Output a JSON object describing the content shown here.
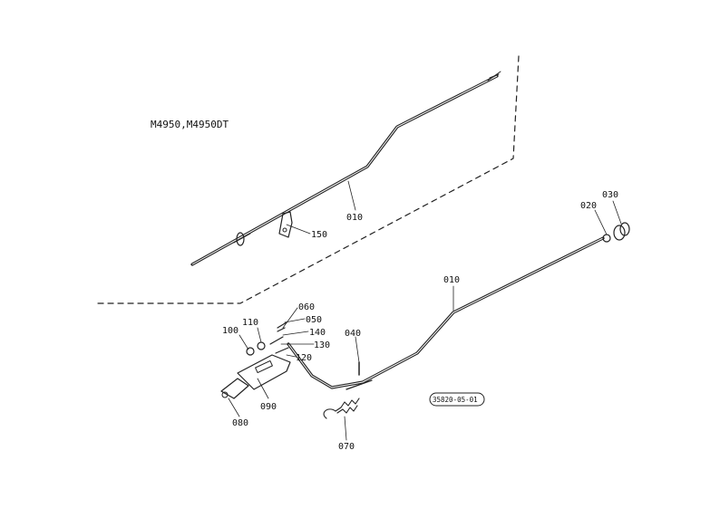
{
  "model_label": "M4950,M4950DT",
  "drawing_code": "35820-05-01",
  "parts": {
    "p010_upper": "010",
    "p010_lower": "010",
    "p020": "020",
    "p030": "030",
    "p040": "040",
    "p050": "050",
    "p060": "060",
    "p070": "070",
    "p080": "080",
    "p090": "090",
    "p100": "100",
    "p110": "110",
    "p120": "120",
    "p130": "130",
    "p140": "140",
    "p150": "150"
  }
}
